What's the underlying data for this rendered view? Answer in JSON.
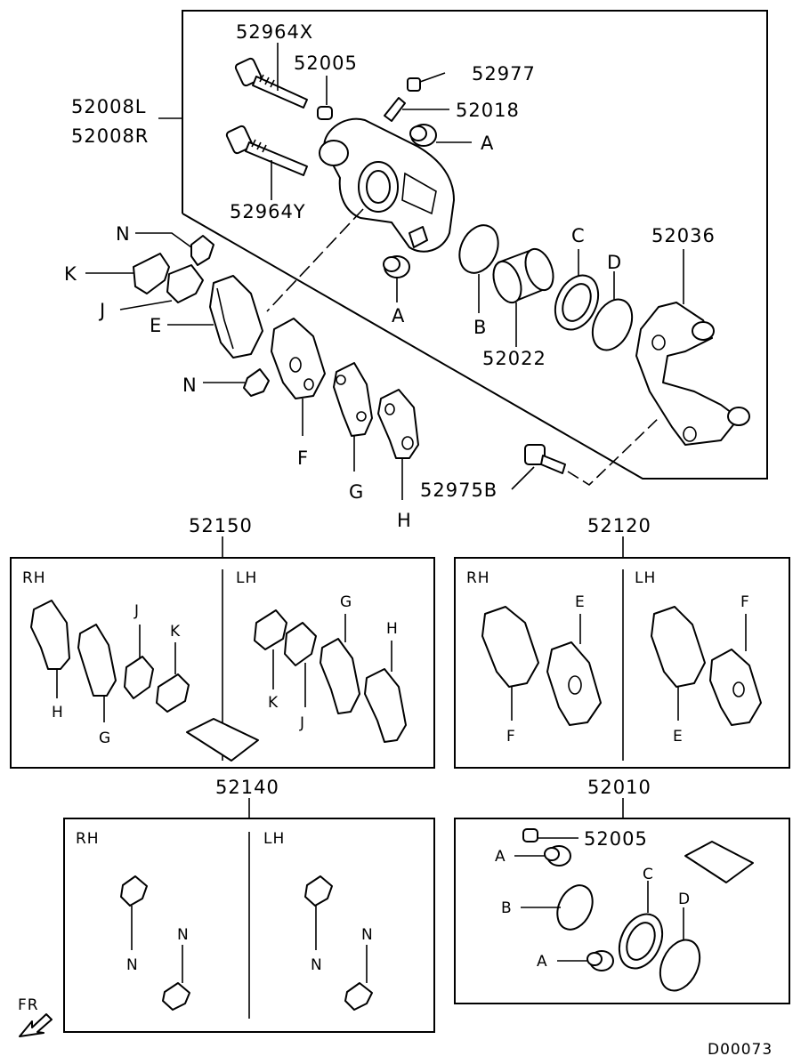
{
  "diagram_code": "D00073",
  "front_indicator": "FR",
  "main_callouts": {
    "bolt_x": "52964X",
    "bolt_y": "52964Y",
    "boot_52005": "52005",
    "cap_52977": "52977",
    "bleeder_52018": "52018",
    "caliper_l": "52008L",
    "caliper_r": "52008R",
    "bracket_52036": "52036",
    "piston_52022": "52022",
    "bolt_52975b": "52975B",
    "a_top": "A",
    "a_bottom": "A",
    "b": "B",
    "c": "C",
    "d": "D",
    "e": "E",
    "f": "F",
    "g": "G",
    "h": "H",
    "j": "J",
    "k": "K",
    "n_top": "N",
    "n_bottom": "N"
  },
  "kits": {
    "shim_kit": {
      "number": "52150",
      "rh": "RH",
      "lh": "LH",
      "parts": {
        "h_rh": "H",
        "g_rh": "G",
        "j_rh": "J",
        "k_rh": "K",
        "k_lh": "K",
        "j_lh": "J",
        "g_lh": "G",
        "h_lh": "H"
      }
    },
    "pad_kit": {
      "number": "52120",
      "rh": "RH",
      "lh": "LH",
      "parts": {
        "f_rh": "F",
        "e_rh": "E",
        "e_lh": "E",
        "f_lh": "F"
      }
    },
    "clip_kit": {
      "number": "52140",
      "rh": "RH",
      "lh": "LH",
      "parts": {
        "n_rh1": "N",
        "n_rh2": "N",
        "n_lh1": "N",
        "n_lh2": "N"
      }
    },
    "seal_kit": {
      "number": "52010",
      "parts": {
        "boot": "52005",
        "a1": "A",
        "b": "B",
        "c": "C",
        "d": "D",
        "a2": "A"
      }
    }
  }
}
